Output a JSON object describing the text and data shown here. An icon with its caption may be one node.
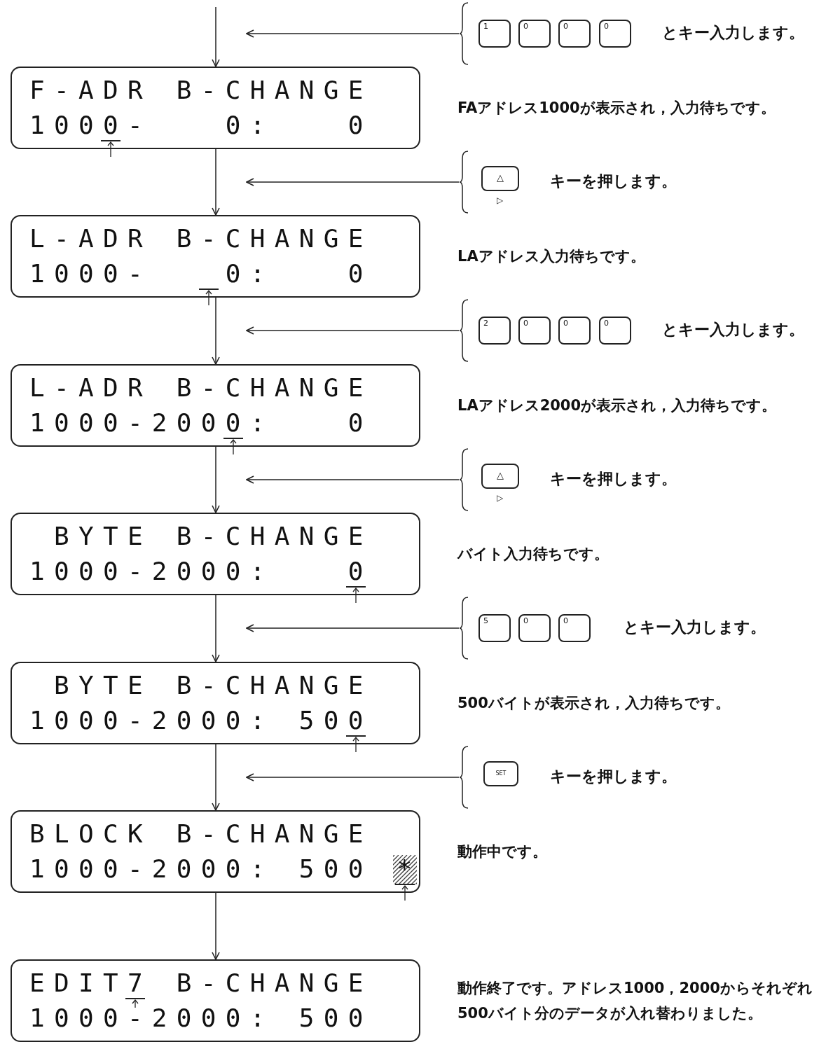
{
  "diagram": {
    "nodes": [
      {
        "text": [
          "とキー入力します。"
        ]
      },
      {
        "text": [
          "1"
        ],
        "in": 0
      },
      {
        "text": [
          "0"
        ],
        "in": 0
      },
      {
        "text": [
          "0"
        ],
        "in": 0
      },
      {
        "text": [
          "0"
        ],
        "in": 0
      },
      {
        "text": [
          "F-ADR B-CHANGE",
          "1000-   0:   0"
        ],
        "beside": [
          "FAアドレス1000が表示され，入力待ちです。"
        ]
      },
      {
        "text": [
          "キーを押します。"
        ]
      },
      {
        "text": [
          "△"
        ],
        "beside": [
          "▷"
        ],
        "in": 6
      },
      {
        "text": [
          "L-ADR B-CHANGE",
          "1000-   0:   0"
        ],
        "beside": [
          "LAアドレス入力待ちです。"
        ]
      },
      {
        "text": [
          "とキー入力します。"
        ]
      },
      {
        "text": [
          "2"
        ],
        "in": 9
      },
      {
        "text": [
          "0"
        ],
        "in": 9
      },
      {
        "text": [
          "0"
        ],
        "in": 9
      },
      {
        "text": [
          "0"
        ],
        "in": 9
      },
      {
        "text": [
          "L-ADR B-CHANGE",
          "1000-2000:   0"
        ],
        "beside": [
          "LAアドレス2000が表示され，入力待ちです。"
        ]
      },
      {
        "text": [
          "キーを押します。"
        ]
      },
      {
        "text": [
          "△"
        ],
        "beside": [
          "▷"
        ],
        "in": 15
      },
      {
        "text": [
          " BYTE B-CHANGE",
          "1000-2000:   0"
        ],
        "beside": [
          "バイト入力待ちです。"
        ]
      },
      {
        "text": [
          "とキー入力します。"
        ]
      },
      {
        "text": [
          "5"
        ],
        "in": 18
      },
      {
        "text": [
          "0"
        ],
        "in": 18
      },
      {
        "text": [
          "0"
        ],
        "in": 18
      },
      {
        "text": [
          " BYTE B-CHANGE",
          "1000-2000: 500"
        ],
        "beside": [
          "500バイトが表示され，入力待ちです。"
        ]
      },
      {
        "text": [
          "キーを押します。"
        ]
      },
      {
        "text": [
          "SET"
        ],
        "in": 23
      },
      {
        "text": [
          "BLOCK B-CHANGE",
          "1000-2000: 500 *"
        ],
        "beside": [
          "動作中です。"
        ]
      },
      {
        "text": [
          "EDIT7 B-CHANGE",
          "1000-2000: 500"
        ],
        "beside": [
          "動作終了です。アドレス1000，2000からそれぞれ500バイト分のデータが入れ替わりました。"
        ]
      }
    ],
    "edges": [
      {
        "from": null,
        "to": 5,
        "arrow": "to"
      },
      {
        "from": 5,
        "to": 8,
        "arrow": "to"
      },
      {
        "from": 8,
        "to": 14,
        "arrow": "to"
      },
      {
        "from": 14,
        "to": 17,
        "arrow": "to"
      },
      {
        "from": 17,
        "to": 22,
        "arrow": "to"
      },
      {
        "from": 22,
        "to": 25,
        "arrow": "to"
      },
      {
        "from": 25,
        "to": 26,
        "arrow": "to"
      },
      {
        "from": 0,
        "to": null,
        "arrow": "to"
      },
      {
        "from": 6,
        "to": null,
        "arrow": "to"
      },
      {
        "from": 9,
        "to": null,
        "arrow": "to"
      },
      {
        "from": 15,
        "to": null,
        "arrow": "to"
      },
      {
        "from": 18,
        "to": null,
        "arrow": "to"
      },
      {
        "from": 23,
        "to": null,
        "arrow": "to"
      }
    ]
  }
}
